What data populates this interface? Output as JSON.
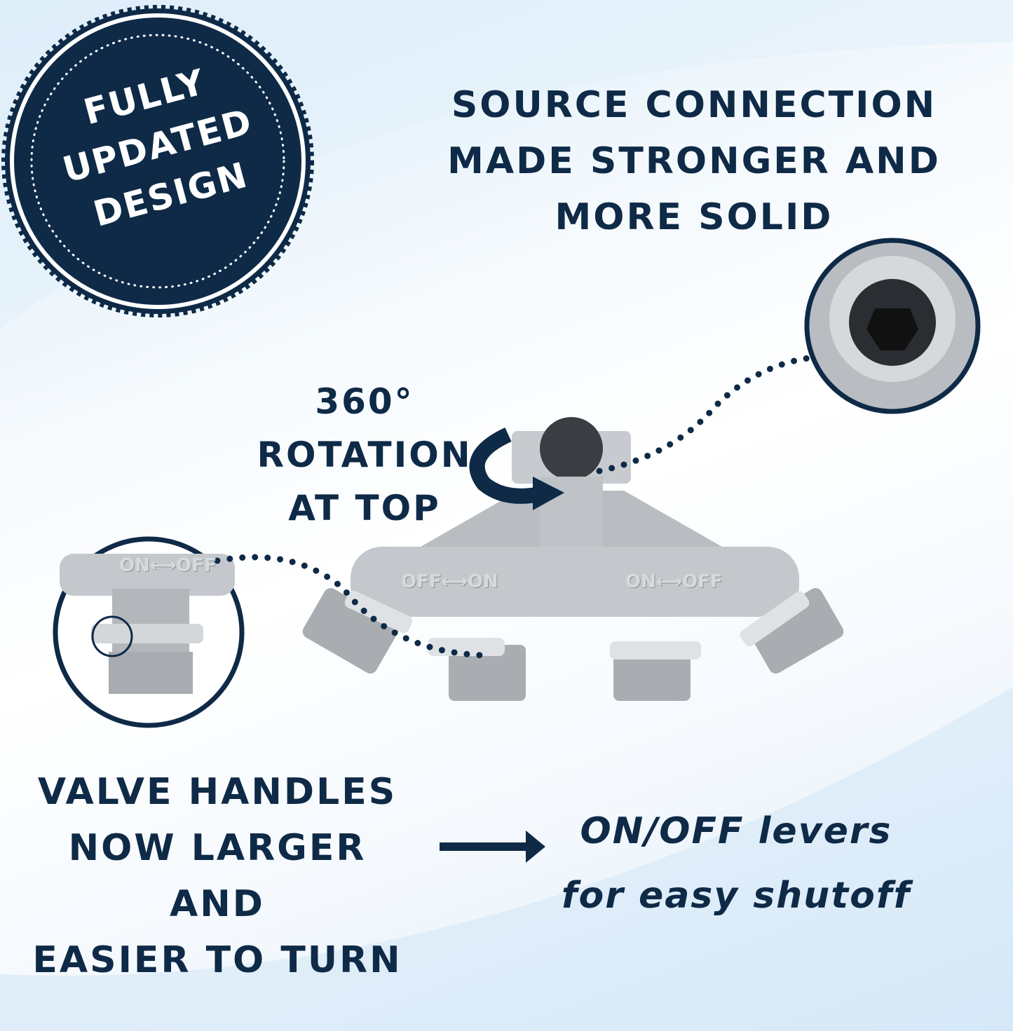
{
  "badge": {
    "lines": [
      "FULLY",
      "UPDATED",
      "DESIGN"
    ]
  },
  "source_heading": {
    "lines": [
      "SOURCE CONNECTION",
      "MADE STRONGER AND",
      "MORE SOLID"
    ]
  },
  "rotation_heading": {
    "lines": [
      "360° ROTATION",
      "AT TOP"
    ]
  },
  "valve_heading": {
    "lines": [
      "VALVE HANDLES",
      "NOW LARGER AND",
      "EASIER TO TURN"
    ]
  },
  "levers_caption": {
    "lines": [
      "ON/OFF levers",
      "for easy shutoff"
    ]
  },
  "product_labels": {
    "left": "OFF⟷ON",
    "right": "ON⟷OFF",
    "inset": "ON⟷OFF"
  },
  "colors": {
    "navy": "#0e2a47",
    "metal": "#c4c8cc"
  }
}
